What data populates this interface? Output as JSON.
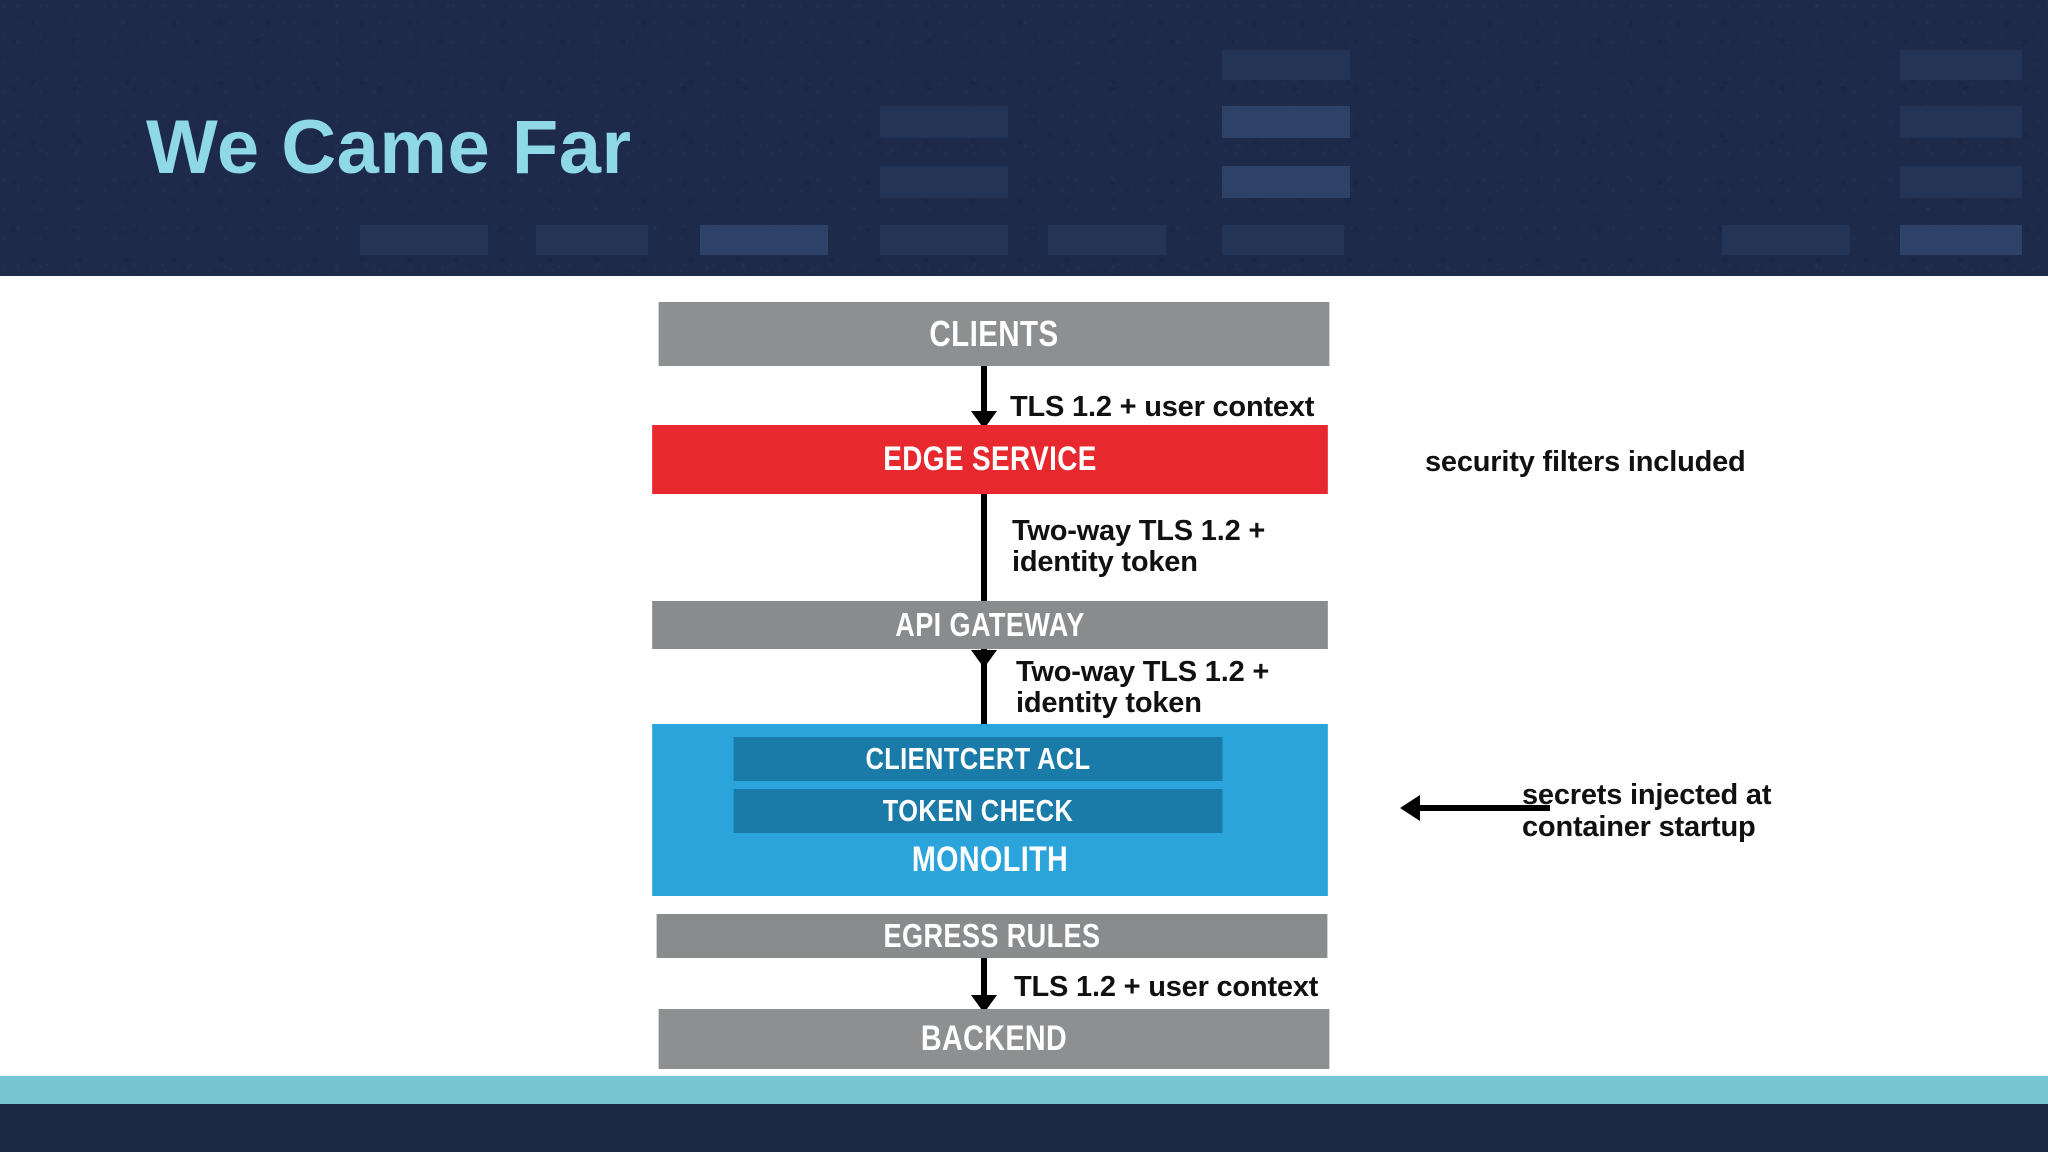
{
  "header": {
    "title": "We Came Far",
    "bg_color": "#1d2a4a",
    "title_color": "#8ed8e8"
  },
  "footer": {
    "accent_color": "#76c5d3",
    "bar_color": "#1b2942"
  },
  "diagram": {
    "nodes": [
      {
        "id": "clients",
        "label": "CLIENTS",
        "color": "#8d8f91"
      },
      {
        "id": "edge",
        "label": "EDGE SERVICE",
        "color": "#e8282f"
      },
      {
        "id": "apigw",
        "label": "API GATEWAY",
        "color": "#898b8d"
      },
      {
        "id": "clientcert",
        "label": "CLIENTCERT ACL",
        "color": "#1a7ba8"
      },
      {
        "id": "tokencheck",
        "label": "TOKEN CHECK",
        "color": "#1a7ba8"
      },
      {
        "id": "monolith",
        "label": "MONOLITH",
        "color": "#2ba3db"
      },
      {
        "id": "egress",
        "label": "EGRESS RULES",
        "color": "#898b8d"
      },
      {
        "id": "backend",
        "label": "BACKEND",
        "color": "#8d8f91"
      }
    ],
    "edges": [
      {
        "id": "clients-to-edge",
        "label": "TLS 1.2 + user context"
      },
      {
        "id": "edge-to-apigw",
        "label": "Two-way TLS 1.2 +\nidentity token"
      },
      {
        "id": "apigw-to-monolith",
        "label": "Two-way TLS 1.2 +\nidentity token"
      },
      {
        "id": "egress-to-backend",
        "label": "TLS 1.2 + user context"
      }
    ],
    "notes": [
      {
        "id": "edge-note",
        "label": "security filters included"
      },
      {
        "id": "monolith-note",
        "label": "secrets injected at\ncontainer startup"
      }
    ]
  }
}
